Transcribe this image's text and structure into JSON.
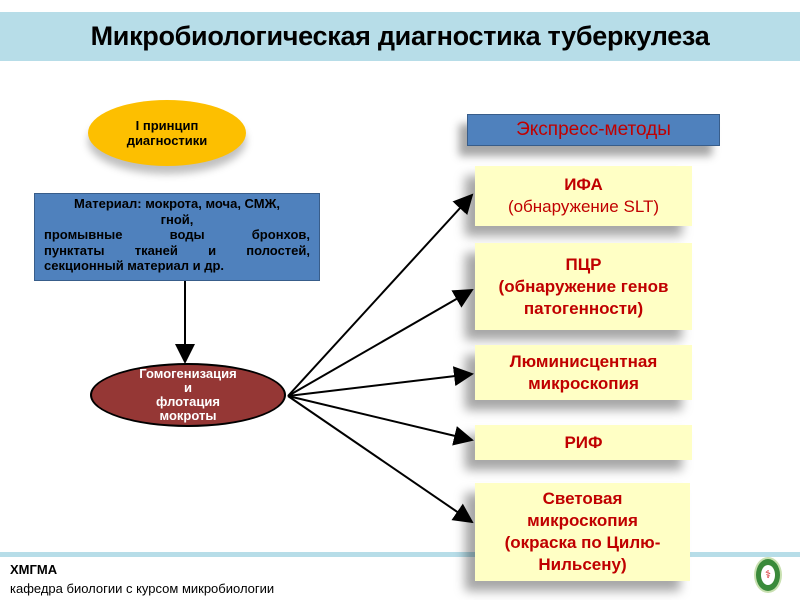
{
  "title": "Микробиологическая диагностика туберкулеза",
  "principle": {
    "line1": "I  принцип",
    "line2": "диагностики"
  },
  "material": {
    "line1": "Материал:  мокрота, моча, СМЖ,",
    "line2": "гной,",
    "line3": "промывные воды бронхов,",
    "line4": "пунктаты тканей и полостей,",
    "line5": "секционный материал и др."
  },
  "process": {
    "line1": "Гомогенизация",
    "line2": "и",
    "line3": "флотация",
    "line4": "мокроты"
  },
  "express_label": "Экспресс-методы",
  "methods": [
    {
      "lines": [
        "ИФА",
        "(обнаружение SLT)"
      ]
    },
    {
      "lines": [
        "ПЦР",
        "(обнаружение генов",
        "патогенности)"
      ]
    },
    {
      "lines": [
        "Люминисцентная",
        "микроскопия"
      ]
    },
    {
      "lines": [
        "РИФ"
      ]
    },
    {
      "lines": [
        "Световая",
        "микроскопия",
        "(окраска по Цилю-",
        "Нильсену)"
      ]
    }
  ],
  "footer": {
    "org": "ХМГМА",
    "dept": "кафедра биологии с курсом микробиологии"
  },
  "colors": {
    "header": "#b7dde8",
    "blue_box": "#4f81bd",
    "ellipse": "#953735",
    "principle": "#fdbf00",
    "method_bg": "#ffffc5",
    "method_text": "#c00000"
  }
}
